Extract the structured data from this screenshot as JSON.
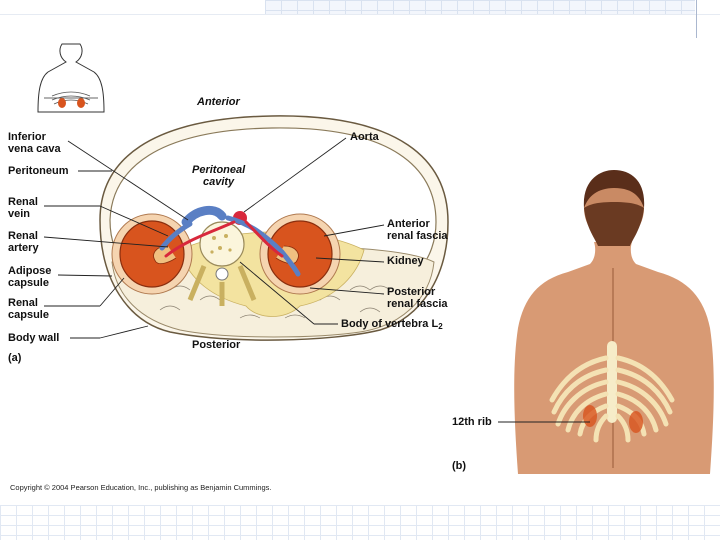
{
  "labels": {
    "anterior": "Anterior",
    "posterior": "Posterior",
    "inferior_vena_cava": "Inferior\nvena cava",
    "peritoneum": "Peritoneum",
    "renal_vein": "Renal\nvein",
    "renal_artery": "Renal\nartery",
    "adipose_capsule": "Adipose\ncapsule",
    "renal_capsule": "Renal\ncapsule",
    "body_wall": "Body wall",
    "aorta": "Aorta",
    "peritoneal_cavity": "Peritoneal\ncavity",
    "anterior_renal_fascia": "Anterior\nrenal fascia",
    "kidney": "Kidney",
    "posterior_renal_fascia": "Posterior\nrenal fascia",
    "body_of_vertebra": "Body of vertebra L",
    "vertebra_sub": "2",
    "twelfth_rib": "12th rib",
    "panel_a": "(a)",
    "panel_b": "(b)"
  },
  "copyright": "Copyright © 2004 Pearson Education, Inc., publishing as Benjamin Cummings.",
  "colors": {
    "kidney": "#d8541e",
    "vein": "#5a7fc4",
    "artery": "#d8283c",
    "fat": "#f3e3a0",
    "skin": "#d89a74"
  }
}
